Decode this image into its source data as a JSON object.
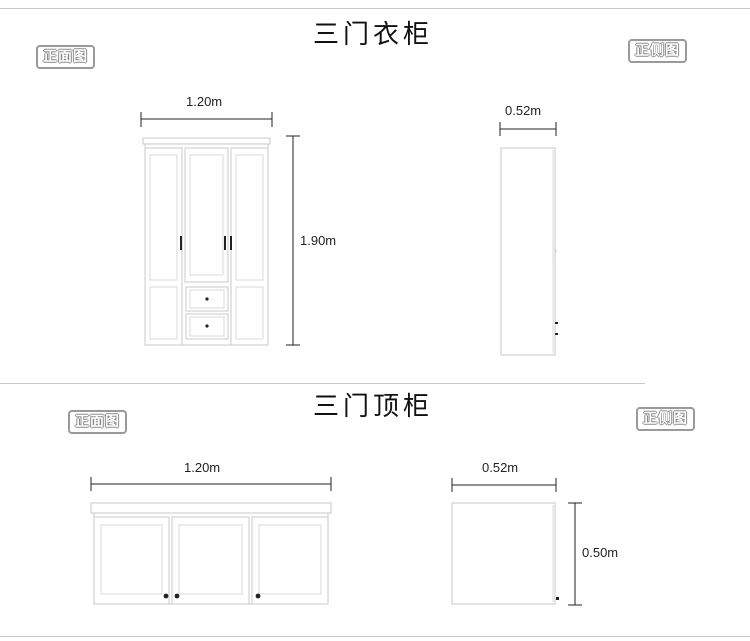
{
  "sections": [
    {
      "title": "三门衣柜",
      "front_badge": "正面图",
      "side_badge": "正侧图",
      "front_width": "1.20m",
      "front_height": "1.90m",
      "side_depth": "0.52m"
    },
    {
      "title": "三门顶柜",
      "front_badge": "正面图",
      "side_badge": "正侧图",
      "front_width": "1.20m",
      "side_depth": "0.52m",
      "side_height": "0.50m"
    }
  ]
}
